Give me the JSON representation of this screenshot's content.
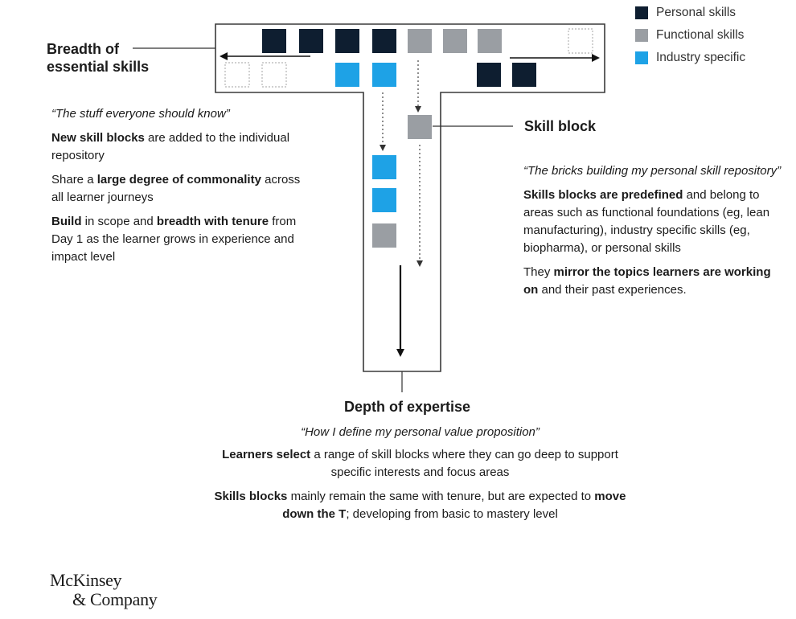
{
  "colors": {
    "personal": "#0e1e30",
    "functional": "#9a9ea3",
    "industry": "#1ea2e6",
    "outline": "#3a3a3a",
    "empty": "#b3b3b3"
  },
  "legend": [
    {
      "label": "Personal skills",
      "color_key": "personal"
    },
    {
      "label": "Functional skills",
      "color_key": "functional"
    },
    {
      "label": "Industry specific",
      "color_key": "industry"
    }
  ],
  "breadth_label": [
    "Breadth of",
    "essential skills"
  ],
  "skill_block_label": "Skill block",
  "depth_label": "Depth of expertise",
  "left_text": {
    "quote": "“The stuff everyone should know”",
    "paragraphs": [
      [
        {
          "t": "New skill blocks",
          "b": true
        },
        {
          "t": " are added to the individual repository",
          "b": false
        }
      ],
      [
        {
          "t": "Share a ",
          "b": false
        },
        {
          "t": "large degree of commonality",
          "b": true
        },
        {
          "t": " across all learner journeys",
          "b": false
        }
      ],
      [
        {
          "t": "Build",
          "b": true
        },
        {
          "t": " in scope and ",
          "b": false
        },
        {
          "t": "breadth with tenure",
          "b": true
        },
        {
          "t": " from Day 1 as the learner grows in experience and impact level",
          "b": false
        }
      ]
    ]
  },
  "right_text": {
    "quote": "“The bricks building my personal skill repository”",
    "paragraphs": [
      [
        {
          "t": "Skills blocks are predefined",
          "b": true
        },
        {
          "t": " and belong to areas such as functional foundations (eg, lean manufacturing), industry specific skills (eg, biopharma), or personal skills",
          "b": false
        }
      ],
      [
        {
          "t": "They ",
          "b": false
        },
        {
          "t": "mirror the topics learners are working on",
          "b": true
        },
        {
          "t": " and their past experiences.",
          "b": false
        }
      ]
    ]
  },
  "bottom_text": {
    "quote": "“How I define my personal value proposition”",
    "paragraphs": [
      [
        {
          "t": "Learners select",
          "b": true
        },
        {
          "t": " a range of skill blocks where they can go deep to support specific interests and focus areas",
          "b": false
        }
      ],
      [
        {
          "t": "Skills blocks",
          "b": true
        },
        {
          "t": " mainly remain the same with tenure, but are expected to ",
          "b": false
        },
        {
          "t": "move down the T",
          "b": true
        },
        {
          "t": "; developing from basic to mastery level",
          "b": false
        }
      ]
    ]
  },
  "logo": [
    "McKinsey",
    "& Company"
  ],
  "blocks": [
    {
      "type": "personal"
    },
    {
      "type": "personal"
    },
    {
      "type": "personal"
    },
    {
      "type": "personal"
    },
    {
      "type": "functional"
    },
    {
      "type": "functional"
    },
    {
      "type": "functional"
    },
    {
      "type": "empty"
    },
    {
      "type": "empty"
    },
    {
      "type": "empty"
    },
    {
      "type": "industry"
    },
    {
      "type": "industry"
    },
    {
      "type": "personal"
    },
    {
      "type": "personal"
    },
    {
      "type": "functional"
    },
    {
      "type": "industry"
    },
    {
      "type": "industry"
    },
    {
      "type": "functional"
    }
  ]
}
